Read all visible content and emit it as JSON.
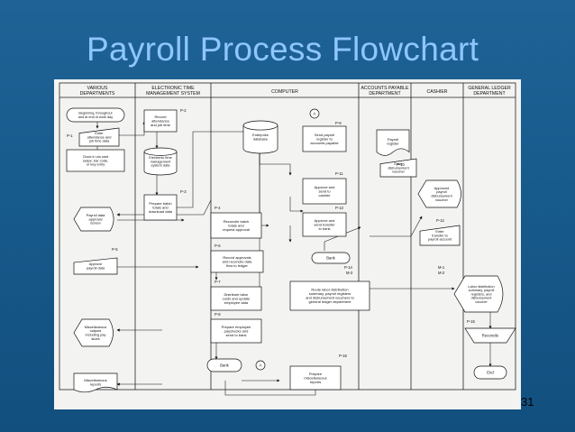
{
  "slide": {
    "title": "Payroll Process Flowchart",
    "page_number": "31"
  },
  "lanes": [
    {
      "id": "depts",
      "label": [
        "VARIOUS",
        "DEPARTMENTS"
      ]
    },
    {
      "id": "etms",
      "label": [
        "ELECTRONIC TIME",
        "MANAGEMENT SYSTEM"
      ]
    },
    {
      "id": "computer",
      "label": [
        "COMPUTER"
      ]
    },
    {
      "id": "ap",
      "label": [
        "ACCOUNTS PAYABLE",
        "DEPARTMENT"
      ]
    },
    {
      "id": "cashier",
      "label": [
        "CASHIER"
      ]
    },
    {
      "id": "gl",
      "label": [
        "GENERAL LEDGER",
        "DEPARTMENT"
      ]
    }
  ],
  "nodes": {
    "begin": [
      "Beginning, throughout",
      "and at end of work day"
    ],
    "enter_attendance": [
      "Enter",
      "attendance and",
      "job time data"
    ],
    "record_attendance": [
      "Record",
      "attendance",
      "and job time"
    ],
    "clock_in": [
      "Clock in via card",
      "swipe, bar code,",
      "or key entry"
    ],
    "time_db": [
      "Electronic time",
      "management",
      "system data"
    ],
    "prepare_batch": [
      "Prepare batch",
      "totals and",
      "download data"
    ],
    "enterprise_db": [
      "Enterprise",
      "database"
    ],
    "send_payroll": [
      "Send payroll",
      "register to",
      "accounts payable"
    ],
    "payroll_register": [
      "Payroll",
      "register"
    ],
    "enter_voucher": [
      "Enter",
      "disbursement",
      "voucher"
    ],
    "approve_cashier": [
      "Approve and",
      "send to",
      "cashier"
    ],
    "approved_voucher": [
      "Approved",
      "payroll",
      "disbursement",
      "voucher"
    ],
    "approve_bank": [
      "Approve and",
      "send transfer",
      "to bank"
    ],
    "enter_transfer": [
      "Enter",
      "transfer to",
      "payroll account"
    ],
    "bank1": [
      "Bank"
    ],
    "payroll_approval": [
      "Payroll data",
      "approval",
      "screen"
    ],
    "reconcile_batch": [
      "Reconcile batch",
      "totals and",
      "request approval"
    ],
    "approve_payroll": [
      "Approve",
      "payroll data"
    ],
    "record_approvals": [
      "Record approvals",
      "and reconcile data",
      "flow to ledger"
    ],
    "distribute_labor": [
      "Distribute labor",
      "costs and update",
      "employee data"
    ],
    "route_summary": [
      "Route labor distribution",
      "summary, payroll registers",
      "and disbursement vouchers to",
      "general ledger department"
    ],
    "labor_summary": [
      "Labor distribution",
      "summary, payroll",
      "registers, and",
      "disbursement",
      "voucher"
    ],
    "misc_outputs": [
      "Miscellaneous",
      "outputs",
      "including pay",
      "stubs"
    ],
    "prepare_pay": [
      "Prepare employee",
      "paychecks and",
      "send to bank"
    ],
    "reconcile": [
      "Reconcile"
    ],
    "bank2": [
      "Bank"
    ],
    "misc_reports": [
      "Miscellaneous",
      "reports"
    ],
    "prepare_reports": [
      "Prepare",
      "miscellaneous",
      "reports"
    ],
    "end": [
      "End"
    ],
    "connector_a": "A"
  },
  "step_labels": [
    "P-1",
    "P-2",
    "P-3",
    "P-4",
    "P-5",
    "P-6",
    "P-7",
    "P-8",
    "P-9",
    "P-10",
    "P-11",
    "P-12",
    "P-13",
    "P-14",
    "P-15",
    "P-16",
    "M-1",
    "M-2",
    "M-3"
  ]
}
